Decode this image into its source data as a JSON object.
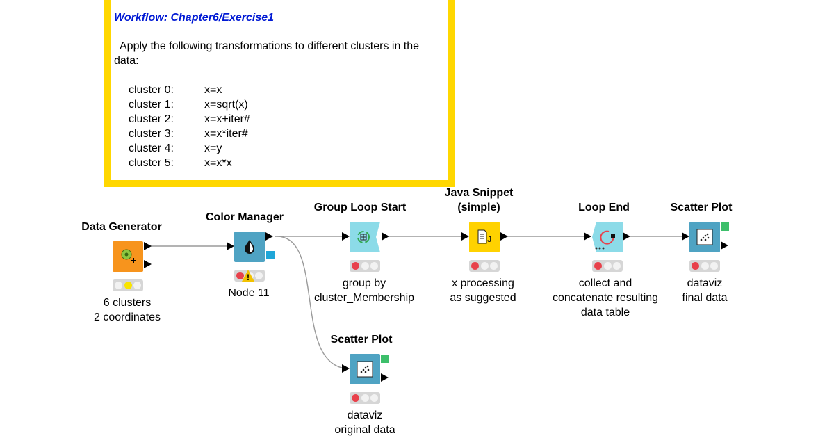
{
  "annotation": {
    "title": "Workflow: Chapter6/Exercise1",
    "description": "Apply the following transformations to different clusters in the data:",
    "clusters": [
      {
        "name": "cluster 0:",
        "rule": "x=x"
      },
      {
        "name": "cluster 1:",
        "rule": "x=sqrt(x)"
      },
      {
        "name": "cluster 2:",
        "rule": "x=x+iter#"
      },
      {
        "name": "cluster 3:",
        "rule": "x=x*iter#"
      },
      {
        "name": "cluster 4:",
        "rule": "x=y"
      },
      {
        "name": "cluster 5:",
        "rule": "x=x*x"
      }
    ]
  },
  "nodes": {
    "data_generator": {
      "title": "Data Generator",
      "label_line1": "6 clusters",
      "label_line2": "2 coordinates",
      "color": "#f7941d",
      "status": "configured"
    },
    "color_manager": {
      "title": "Color Manager",
      "label_line1": "Node 11",
      "color": "#4fa3c3",
      "status": "warning"
    },
    "group_loop_start": {
      "title": "Group Loop Start",
      "label_line1": "group by",
      "label_line2": "cluster_Membership",
      "color": "#8cdbe8",
      "status": "idle"
    },
    "java_snippet": {
      "title_line1": "Java Snippet",
      "title_line2": "(simple)",
      "label_line1": "x processing",
      "label_line2": "as suggested",
      "color": "#ffd200",
      "status": "idle"
    },
    "loop_end": {
      "title": "Loop End",
      "label_line1": "collect and",
      "label_line2": "concatenate resulting",
      "label_line3": "data table",
      "color": "#8cdbe8",
      "status": "idle"
    },
    "scatter_plot_final": {
      "title": "Scatter Plot",
      "label_line1": "dataviz",
      "label_line2": "final data",
      "color": "#4fa3c3",
      "status": "idle"
    },
    "scatter_plot_original": {
      "title": "Scatter Plot",
      "label_line1": "dataviz",
      "label_line2": "original data",
      "color": "#4fa3c3",
      "status": "idle"
    }
  }
}
